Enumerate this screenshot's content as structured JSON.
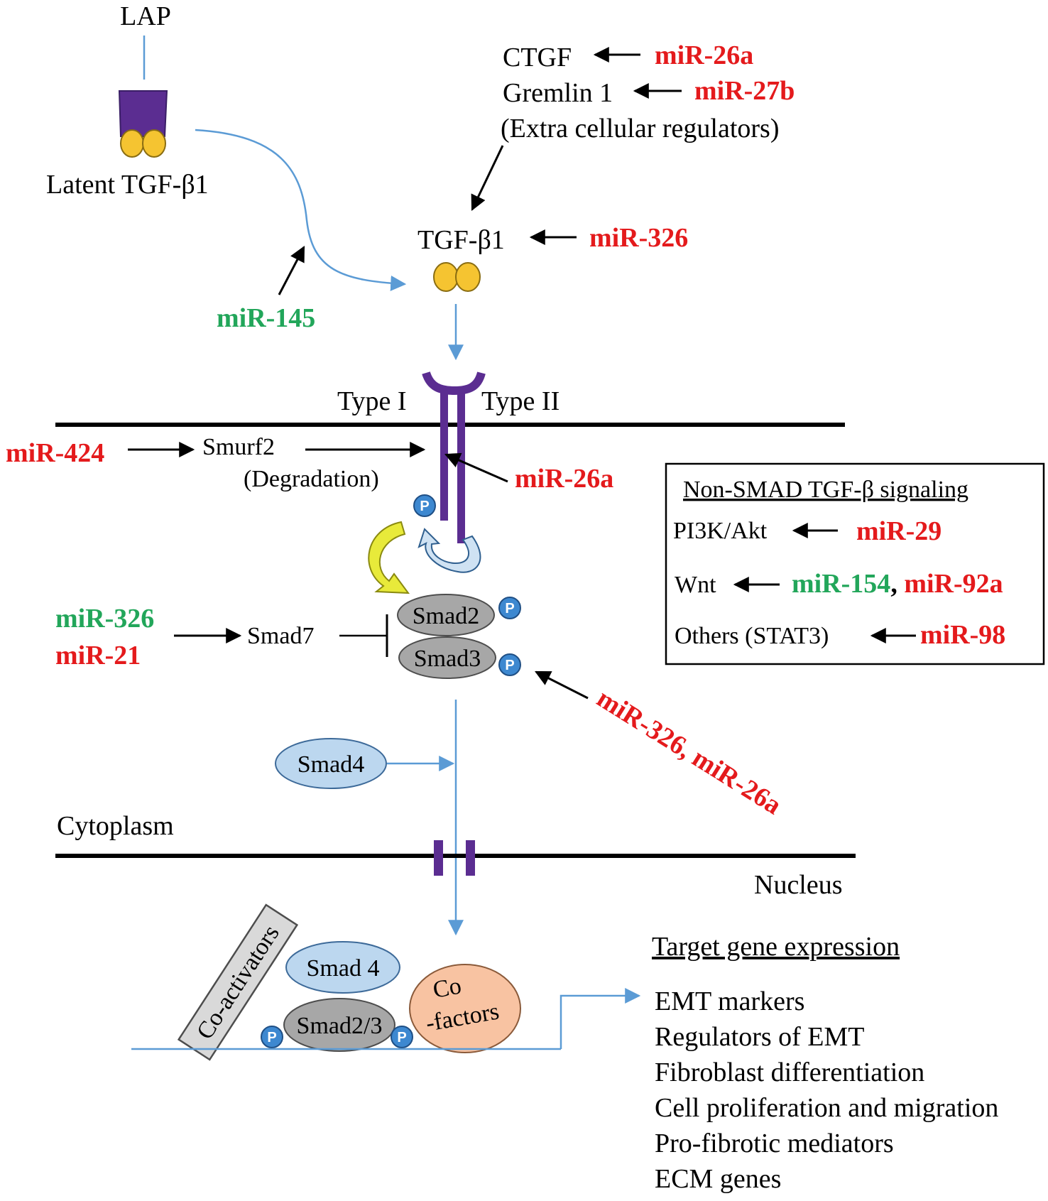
{
  "labels": {
    "lap": "LAP",
    "latent_tgf": "Latent TGF-β1",
    "ctgf": "CTGF",
    "gremlin": "Gremlin 1",
    "extracellular": "(Extra cellular regulators)",
    "tgf_b1": "TGF-β1",
    "type1": "Type I",
    "type2": "Type II",
    "smurf2": "Smurf2",
    "degradation": "(Degradation)",
    "smad7": "Smad7",
    "smad2": "Smad2",
    "smad3": "Smad3",
    "smad4": "Smad4",
    "cytoplasm": "Cytoplasm",
    "nucleus": "Nucleus",
    "coactivators": "Co-activators",
    "smad4_nuc": "Smad 4",
    "smad23": "Smad2/3",
    "cofactors_1": "Co",
    "cofactors_2": "-factors",
    "phospho": "P"
  },
  "mirnas": {
    "mir26a_ctgf": "miR-26a",
    "mir27b": "miR-27b",
    "mir326_tgf": "miR-326",
    "mir145": "miR-145",
    "mir424": "miR-424",
    "mir26a_receptor": "miR-26a",
    "mir326_smad7": "miR-326",
    "mir21": "miR-21",
    "mir326_26a_smad": "miR-326, miR-26a"
  },
  "non_smad": {
    "title": "Non-SMAD TGF-β signaling",
    "rows": [
      {
        "target": "PI3K/Akt",
        "mirs": [
          {
            "name": "miR-29",
            "effect": "red"
          }
        ]
      },
      {
        "target": "Wnt",
        "mirs": [
          {
            "name": "miR-154",
            "effect": "green"
          },
          {
            "name": "miR-92a",
            "effect": "red"
          }
        ],
        "separator": ","
      },
      {
        "target": "Others (STAT3)",
        "mirs": [
          {
            "name": "miR-98",
            "effect": "red"
          }
        ]
      }
    ]
  },
  "target_genes": {
    "title": "Target gene expression",
    "items": [
      "EMT markers",
      "Regulators of EMT",
      "Fibroblast differentiation",
      "Cell proliferation and migration",
      "Pro-fibrotic mediators",
      "ECM genes"
    ]
  },
  "colors": {
    "red_mirna": "#e41a1c",
    "green_mirna": "#22a65a",
    "receptor": "#5b2d91",
    "tgf_ligand": "#f5c431",
    "smad_gray": "#a7a7a7",
    "smad4_blue": "#bcd7ef",
    "cofactor_peach": "#f8c3a2",
    "phospho_blue": "#3d88d0",
    "flow_arrow": "#5b9bd5"
  }
}
